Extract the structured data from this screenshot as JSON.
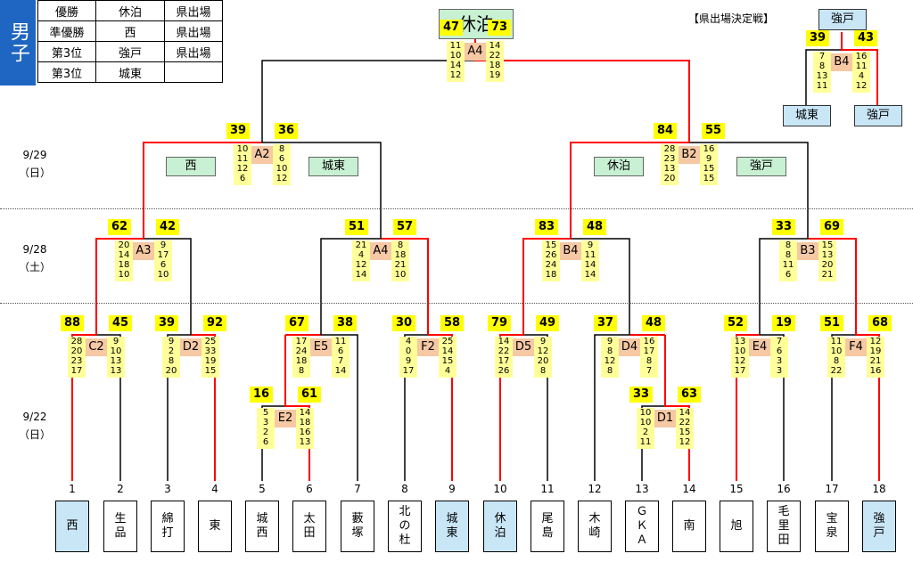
{
  "gender": "男子",
  "results": [
    {
      "place": "優勝",
      "team": "休泊",
      "note": "県出場"
    },
    {
      "place": "準優勝",
      "team": "西",
      "note": "県出場"
    },
    {
      "place": "第3位",
      "team": "強戸",
      "note": "県出場"
    },
    {
      "place": "第3位",
      "team": "城東",
      "note": ""
    }
  ],
  "champion": "休泊",
  "playoff_title": "【県出場決定戦】",
  "dates": [
    "9/29\n（日）",
    "9/28\n（土）",
    "9/22\n（日）"
  ],
  "teams": [
    {
      "no": "1",
      "name": "西",
      "hl": true
    },
    {
      "no": "2",
      "name": "生\n品",
      "hl": false
    },
    {
      "no": "3",
      "name": "綿\n打",
      "hl": false
    },
    {
      "no": "4",
      "name": "東",
      "hl": false
    },
    {
      "no": "5",
      "name": "城\n西",
      "hl": false
    },
    {
      "no": "6",
      "name": "太\n田",
      "hl": false
    },
    {
      "no": "7",
      "name": "藪\n塚",
      "hl": false
    },
    {
      "no": "8",
      "name": "北\nの\n杜",
      "hl": false
    },
    {
      "no": "9",
      "name": "城\n東",
      "hl": true
    },
    {
      "no": "10",
      "name": "休\n泊",
      "hl": true
    },
    {
      "no": "11",
      "name": "尾\n島",
      "hl": false
    },
    {
      "no": "12",
      "name": "木\n崎",
      "hl": false
    },
    {
      "no": "13",
      "name": "Ｇ\nＫ\nＡ",
      "hl": false
    },
    {
      "no": "14",
      "name": "南",
      "hl": false
    },
    {
      "no": "15",
      "name": "旭",
      "hl": false
    },
    {
      "no": "16",
      "name": "毛\n里\n田",
      "hl": false
    },
    {
      "no": "17",
      "name": "宝\n泉",
      "hl": false
    },
    {
      "no": "18",
      "name": "強\n戸",
      "hl": true
    }
  ],
  "games": [
    {
      "label": "C2",
      "ls": "88",
      "rs": "45",
      "lq": "28\n20\n23\n17",
      "rq": "9\n10\n13\n13"
    },
    {
      "label": "D2",
      "ls": "39",
      "rs": "92",
      "lq": "9\n2\n8\n20",
      "rq": "25\n33\n19\n15"
    },
    {
      "label": "E2",
      "ls": "16",
      "rs": "61",
      "lq": "5\n3\n2\n6",
      "rq": "14\n18\n16\n13"
    },
    {
      "label": "E5",
      "ls": "67",
      "rs": "38",
      "lq": "17\n24\n18\n8",
      "rq": "11\n6\n7\n14"
    },
    {
      "label": "F2",
      "ls": "30",
      "rs": "58",
      "lq": "4\n0\n9\n17",
      "rq": "25\n14\n15\n4"
    },
    {
      "label": "D5",
      "ls": "79",
      "rs": "49",
      "lq": "14\n22\n17\n26",
      "rq": "9\n12\n20\n8"
    },
    {
      "label": "D1",
      "ls": "33",
      "rs": "63",
      "lq": "10\n10\n2\n11",
      "rq": "14\n22\n15\n12"
    },
    {
      "label": "D4",
      "ls": "37",
      "rs": "48",
      "lq": "9\n8\n12\n8",
      "rq": "16\n17\n8\n7"
    },
    {
      "label": "E4",
      "ls": "52",
      "rs": "19",
      "lq": "13\n10\n12\n17",
      "rq": "7\n6\n3\n3"
    },
    {
      "label": "F4",
      "ls": "51",
      "rs": "68",
      "lq": "11\n10\n8\n22",
      "rq": "12\n19\n21\n16"
    },
    {
      "label": "A3",
      "ls": "62",
      "rs": "42",
      "lq": "20\n14\n18\n10",
      "rq": "9\n17\n6\n10"
    },
    {
      "label": "A4",
      "ls": "51",
      "rs": "57",
      "lq": "21\n4\n12\n14",
      "rq": "8\n18\n21\n10"
    },
    {
      "label": "B4",
      "ls": "83",
      "rs": "48",
      "lq": "15\n26\n24\n18",
      "rq": "9\n11\n14\n14"
    },
    {
      "label": "B3",
      "ls": "33",
      "rs": "69",
      "lq": "8\n8\n11\n6",
      "rq": "15\n13\n20\n21"
    },
    {
      "label": "A2",
      "ls": "39",
      "rs": "36",
      "lq": "10\n11\n12\n6",
      "rq": "8\n6\n10\n12"
    },
    {
      "label": "B2",
      "ls": "84",
      "rs": "55",
      "lq": "28\n23\n13\n20",
      "rq": "16\n9\n15\n15"
    },
    {
      "label": "A4",
      "ls": "47",
      "rs": "73",
      "lq": "11\n10\n14\n12",
      "rq": "14\n22\n18\n19"
    },
    {
      "label": "B4",
      "ls": "39",
      "rs": "43",
      "lq": "7\n8\n13\n11",
      "rq": "16\n11\n4\n12"
    }
  ],
  "semi_teams": [
    "西",
    "城東",
    "休泊",
    "強戸"
  ],
  "playoff_top": "強戸",
  "playoff_bottom": [
    "城東",
    "強戸"
  ],
  "colors": {
    "win_line": "#ff0000",
    "lose_line": "#000000",
    "score_bg": "#ffff00",
    "quarter_bg": "#ffff99",
    "label_bg": "#f6c8a4",
    "team_hl": "#c9e6f7",
    "semi_bg": "#c8f0d2",
    "gender_bg": "#1f66c2"
  }
}
